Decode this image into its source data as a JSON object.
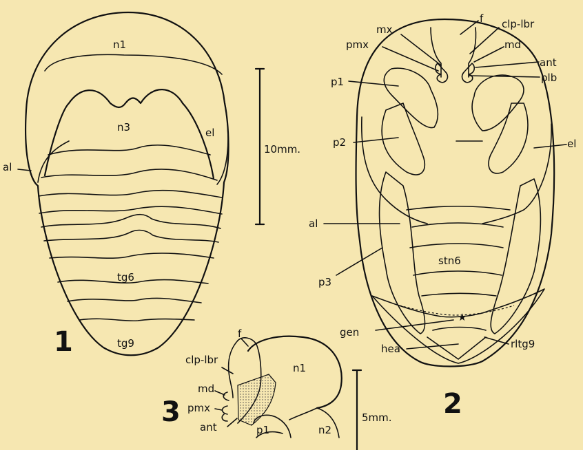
{
  "colors": {
    "paper": "#f6e7b1",
    "ink": "#111111"
  },
  "figure1": {
    "number": "1",
    "labels": {
      "n1": "n1",
      "n3": "n3",
      "el": "el",
      "al": "al",
      "tg6": "tg6",
      "tg9": "tg9"
    },
    "scale": "10mm."
  },
  "figure2": {
    "number": "2",
    "labels": {
      "mx": "mx",
      "f": "f",
      "clp_lbr": "clp-lbr",
      "pmx": "pmx",
      "md": "md",
      "ant": "ant",
      "p1": "p1",
      "plb": "plb",
      "p2": "p2",
      "el": "el",
      "al": "al",
      "stn6": "stn6",
      "p3": "p3",
      "gen": "gen",
      "hea": "hea",
      "rltg9": "rltg9"
    }
  },
  "figure3": {
    "number": "3",
    "labels": {
      "f": "f",
      "clp_lbr": "clp-lbr",
      "n1": "n1",
      "md": "md",
      "pmx": "pmx",
      "ant": "ant",
      "p1": "p1",
      "n2": "n2"
    },
    "scale": "5mm."
  }
}
